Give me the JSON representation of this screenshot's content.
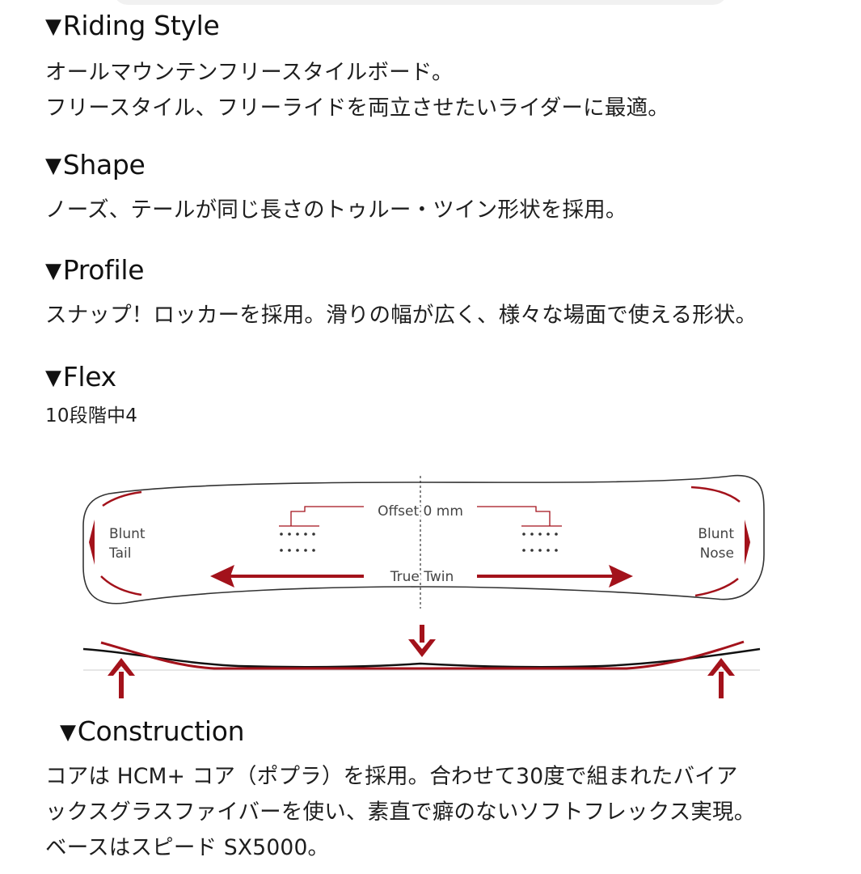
{
  "marker": "▼",
  "sections": {
    "riding_style": {
      "title": "Riding Style",
      "lines": [
        "オールマウンテンフリースタイルボード。",
        "フリースタイル、フリーライドを両立させたいライダーに最適。"
      ]
    },
    "shape": {
      "title": "Shape",
      "lines": [
        "ノーズ、テールが同じ長さのトゥルー・ツイン形状を採用。"
      ]
    },
    "profile": {
      "title": "Profile",
      "lines": [
        "スナップ！ロッカーを採用。滑りの幅が広く、様々な場面で使える形状。"
      ]
    },
    "flex": {
      "title": "Flex",
      "lines": [
        "10段階中4"
      ]
    },
    "construction": {
      "title": "Construction",
      "lines": [
        "コアは HCM+ コア（ポプラ）を採用。合わせて30度で組まれたバイア",
        "ックスグラスファイバーを使い、素直で癖のないソフトフレックス実現。",
        "ベースはスピード SX5000。"
      ]
    }
  },
  "diagram": {
    "offset_label": "Offset 0 mm",
    "tail_label": [
      "Blunt",
      "Tail"
    ],
    "nose_label": [
      "Blunt",
      "Nose"
    ],
    "twin_label": "True Twin",
    "colors": {
      "accent": "#a3121b",
      "outline": "#333333",
      "text": "#444444"
    }
  }
}
